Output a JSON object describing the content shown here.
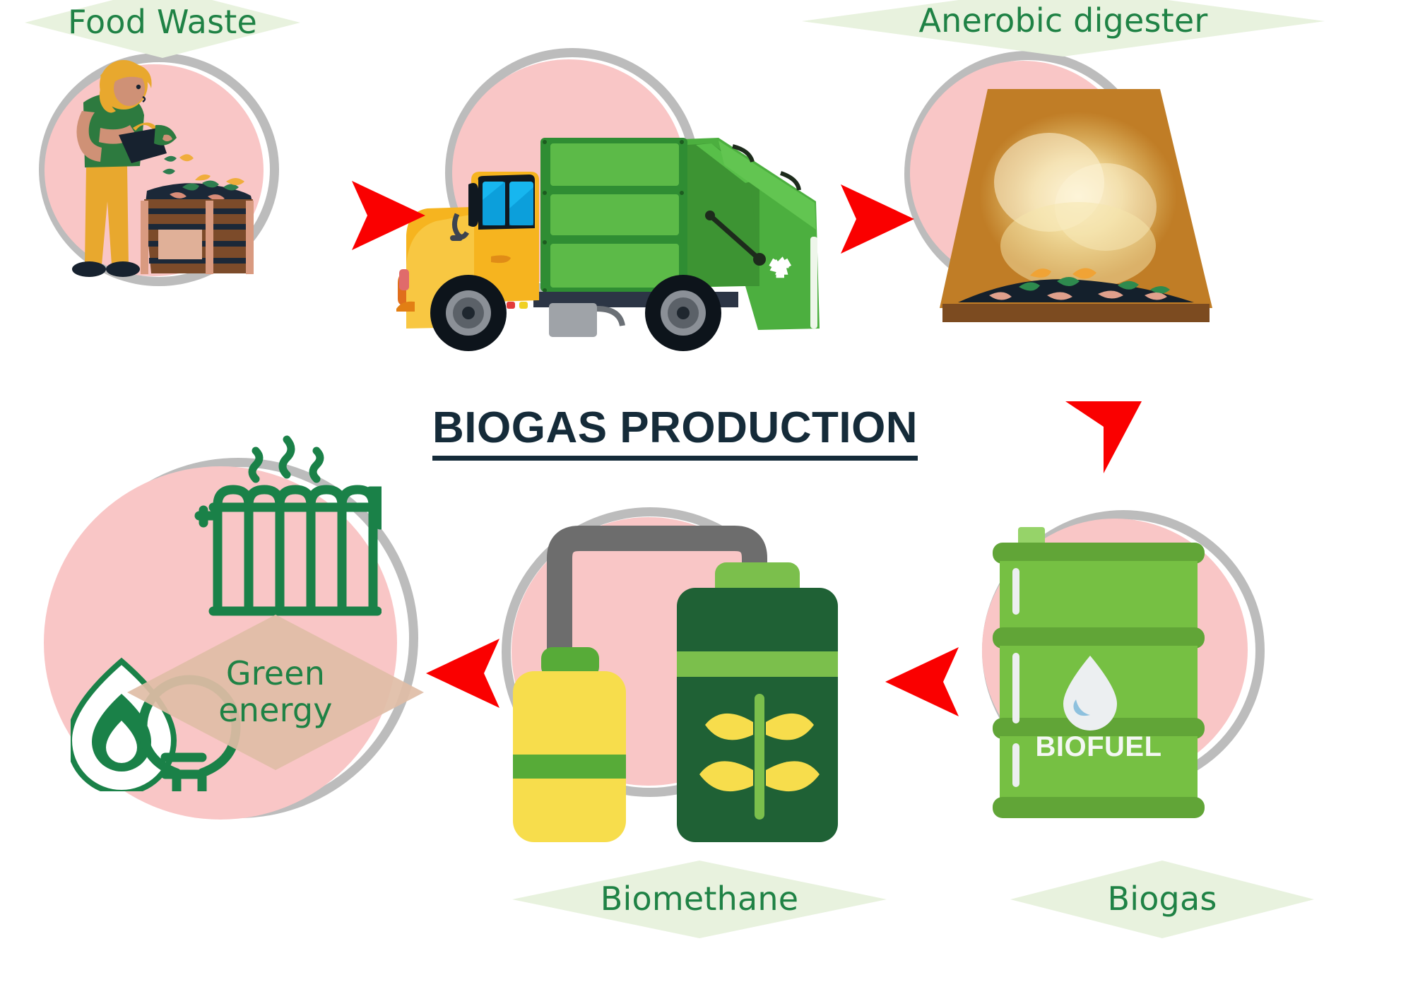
{
  "title": {
    "text": "BIOGAS PRODUCTION",
    "color": "#152b39"
  },
  "palette": {
    "label_text": "#1f8245",
    "label_diamond": "#e8f2de",
    "label_diamond_tan": "#e0bda6",
    "arrow_red": "#fa0000",
    "circle_pink": "#f9c6c6",
    "circle_ring_grey": "#bcbcbc",
    "truck_cab_yellow": "#f6b41f",
    "truck_body_green": "#4caf3f",
    "barrel_green": "#76c043",
    "barrel_band": "#61a537",
    "digester_brown": "#c07d26",
    "tank_dark_green": "#1f6135",
    "tank_yellow": "#f7dd4c",
    "icon_green": "#1a8148"
  },
  "steps": [
    {
      "id": "food-waste",
      "label": "Food Waste",
      "icon_name": "composting-person-illustration",
      "order": 1
    },
    {
      "id": "collection",
      "label": "",
      "icon_name": "garbage-truck-illustration",
      "order": 2
    },
    {
      "id": "anerobic-digester",
      "label": "Anerobic digester",
      "icon_name": "anaerobic-digester-illustration",
      "order": 3
    },
    {
      "id": "biogas",
      "label": "Biogas",
      "icon_name": "biofuel-barrel-illustration",
      "barrel_text": "BIOFUEL",
      "order": 4
    },
    {
      "id": "biomethane",
      "label": "Biomethane",
      "icon_name": "biomethane-plant-illustration",
      "order": 5
    },
    {
      "id": "green-energy",
      "label": "Green\nenergy",
      "icon_name": "green-energy-illustration",
      "order": 6
    }
  ],
  "arrows": [
    {
      "id": "arrow-1",
      "direction": "right",
      "from": "food-waste",
      "to": "collection"
    },
    {
      "id": "arrow-2",
      "direction": "right",
      "from": "collection",
      "to": "anerobic-digester"
    },
    {
      "id": "arrow-3",
      "direction": "down",
      "from": "anerobic-digester",
      "to": "biogas"
    },
    {
      "id": "arrow-4",
      "direction": "left",
      "from": "biogas",
      "to": "biomethane"
    },
    {
      "id": "arrow-5",
      "direction": "left",
      "from": "biomethane",
      "to": "green-energy"
    }
  ],
  "icon_labels": {
    "barrel": "BIOFUEL",
    "recycle": "recycle-symbol",
    "radiator": "radiator-icon",
    "flame": "flame-icon",
    "bulb": "lightbulb-icon",
    "droplet": "water-droplet-icon",
    "plant": "plant-leaf-icon"
  }
}
